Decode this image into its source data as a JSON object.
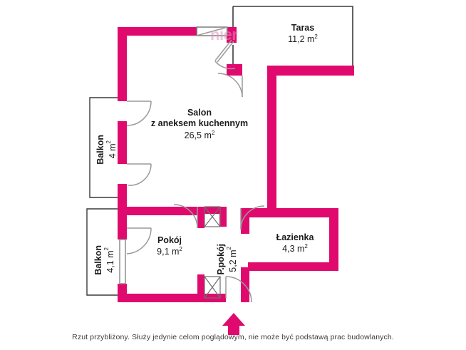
{
  "plan": {
    "title_caption": "Rzut przybliżony. Służy jedynie celom poglądowym, nie może być podstawą prac budowlanych.",
    "wall_color": "#e00a6e",
    "outline_color": "#3a3a3a",
    "door_color": "#8a8a8a",
    "text_color": "#1b1b1b",
    "watermark_text": "nier"
  },
  "rooms": [
    {
      "id": "taras",
      "name": "Taras",
      "area_value": "11,2 m",
      "area_unit": "2"
    },
    {
      "id": "salon",
      "name_line1": "Salon",
      "name_line2": "z aneksem kuchennym",
      "area_value": "26,5 m",
      "area_unit": "2"
    },
    {
      "id": "balkon-gorny",
      "name": "Balkon",
      "area_value": "4 m",
      "area_unit": "2"
    },
    {
      "id": "balkon-dolny",
      "name": "Balkon",
      "area_value": "4,1 m",
      "area_unit": "2"
    },
    {
      "id": "pokoj",
      "name": "Pokój",
      "area_value": "9,1 m",
      "area_unit": "2"
    },
    {
      "id": "p-pokoj",
      "name": "P.pokój",
      "area_value": "5,2 m",
      "area_unit": "2"
    },
    {
      "id": "lazienka",
      "name": "Łazienka",
      "area_value": "4,3 m",
      "area_unit": "2"
    }
  ]
}
